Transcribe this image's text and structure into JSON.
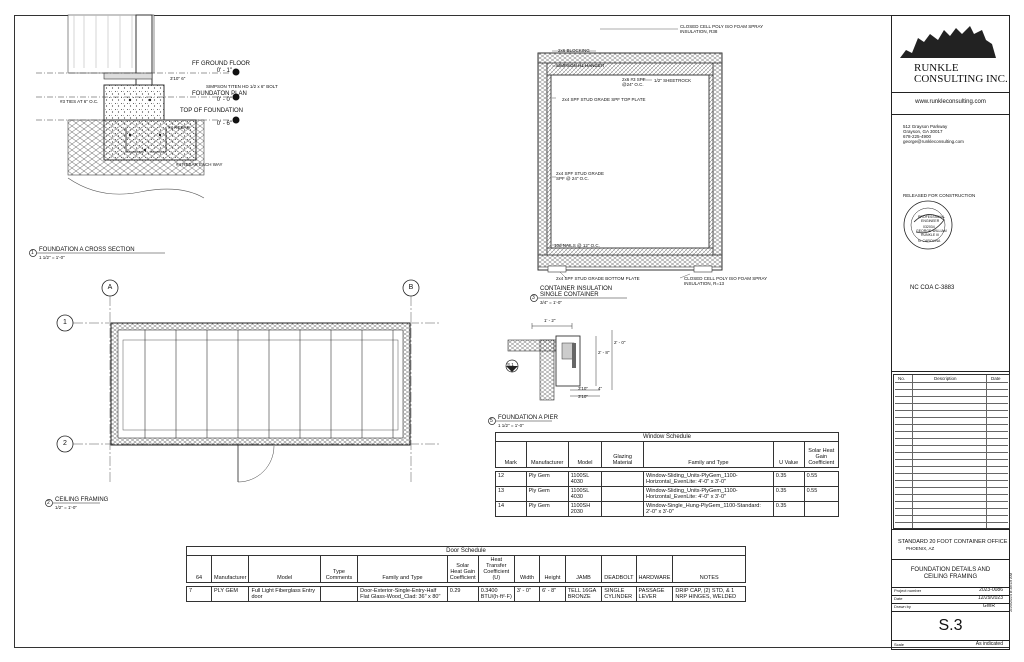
{
  "foundation_section": {
    "ff_ground_floor_label": "FF GROUND FLOOR",
    "ff_ground_floor_elev": "0' - 1\"",
    "foundation_plan_label": "FOUNDATON PLAN",
    "foundation_plan_elev": "0' - 0\"",
    "top_of_foundation_label": "TOP OF FOUNDATION",
    "top_of_foundation_elev": "0' - 6\"",
    "dim_top": "3'10\"  6\"",
    "note_bolt": "SIMPSON TITEN HD 1/2 x 6\" BOLT",
    "note_ties": "#3 TIES AT 6\" O.C.",
    "note_rebar": "#4 REBAR",
    "note_rebar_each": "#4 REBAR EACH WAY",
    "view_number": "1",
    "view_title": "FOUNDATION A CROSS SECTION",
    "view_scale": "1 1/2\" = 1'-0\""
  },
  "container_insulation": {
    "note_foam_top": "CLOSED CELL POLY ISO FOAM SPRAY INSULATION, R38",
    "note_blocking": "2x6 BLOCKING",
    "note_hanger": "SIMPSON H1 HANGER",
    "note_spf_top": "2x6 #3 SPF @24\" O.C.",
    "note_sheetrock": "1/2\" SHEETROCK",
    "note_top_plate": "2x4 SPF STUD GRADE SPF TOP PLATE",
    "note_stud": "2x4 SPF STUD GRADE SPF @ 24\" O.C.",
    "note_nails": "10d NAILS @ 12\" O.C.",
    "note_bottom_plate": "2x4 SPF STUD GRADE BOTTOM PLATE",
    "note_foam_bottom": "CLOSED CELL POLY ISO FOAM SPRAY INSULATION, R=13",
    "view_number": "3",
    "view_title": "CONTAINER INSULATION SINGLE CONTAINER",
    "view_scale": "3/4\" = 1'-0\""
  },
  "ceiling_framing": {
    "grid_a": "A",
    "grid_b": "B",
    "grid_1": "1",
    "grid_2": "2",
    "view_number": "2",
    "view_title": "CEILING FRAMING",
    "view_scale": "1/2\" = 1'-0\""
  },
  "pier": {
    "dim_width": "1' - 2\"",
    "dim_height": "2' - 8\"",
    "dim_side": "2' - 0\"",
    "dim_a": "3'10\"",
    "dim_b": "3'10\"",
    "dim_c": "4\"",
    "tag": "S.1",
    "view_number": "5",
    "view_title": "FOUNDATION A PIER",
    "view_scale": "1 1/2\" = 1'-0\""
  },
  "window_schedule": {
    "title": "Window Schedule",
    "headers": [
      "Mark",
      "Manufacturer",
      "Model",
      "Glazing Material",
      "Family and Type",
      "U Value",
      "Solar Heat Gain Coefficient"
    ],
    "rows": [
      [
        "12",
        "Ply Gem",
        "1100SL 4030",
        "",
        "Window-Sliding_Units-PlyGem_1100-Horizontal_EvenLite: 4'-0\" x 3'-0\"",
        "0.35",
        "0.55"
      ],
      [
        "13",
        "Ply Gem",
        "1100SL 4030",
        "",
        "Window-Sliding_Units-PlyGem_1100-Horizontal_EvenLite: 4'-0\" x 3'-0\"",
        "0.35",
        "0.55"
      ],
      [
        "14",
        "Ply Gem",
        "1100SH 2030",
        "",
        "Window-Single_Hung-PlyGem_1100-Standard: 2'-0\" x 3'-0\"",
        "0.35",
        ""
      ]
    ]
  },
  "door_schedule": {
    "title": "Door Schedule",
    "headers": [
      "64",
      "Manufacturer",
      "Model",
      "Type Comments",
      "Family and Type",
      "Solar Heat Gain Coefficient",
      "Heat Transfer Coefficient (U)",
      "Width",
      "Height",
      "JAMB",
      "DEADBOLT",
      "HARDWARE",
      "NOTES"
    ],
    "rows": [
      [
        "7",
        "PLY GEM",
        "Full Light Fiberglass Entry door",
        "",
        "Door-Exterior-Single-Entry-Half Flat Glass-Wood_Clad: 36\" x 80\"",
        "0.29",
        "0.3400 BTU/(h·ft²·F)",
        "3' - 0\"",
        "6' - 8\"",
        "TELL 16GA BRONZE",
        "SINGLE CYLINDER",
        "PASSAGE LEVER",
        "DRIP CAP, (2) STD, & 1 NRP HINGES, WELDED"
      ]
    ]
  },
  "title_block": {
    "company_line1": "RUNKLE",
    "company_line2": "CONSULTING INC.",
    "website": "www.runkleconsulting.com",
    "address": [
      "512 Grayson Parkway",
      "Grayson, GA 30017",
      "678-225-4900",
      "george@runkleconsulting.com"
    ],
    "released": "RELEASED FOR CONSTRUCTION",
    "seal_lines": [
      "PROFESSIONAL",
      "ENGINEER",
      "032034",
      "GEORGE WILLIAM",
      "RUNKLE III",
      "N. CAROLINA"
    ],
    "coa": "NC COA C-3883",
    "rev_headers": [
      "No.",
      "Description",
      "Date"
    ],
    "project_title": "STANDARD 20 FOOT CONTAINER OFFICE",
    "project_location": "PHOENIX, AZ",
    "sheet_title": "FOUNDATION DETAILS AND CEILING FRAMING",
    "project_number_label": "Project number",
    "project_number": "2023-0086",
    "date_label": "Date",
    "date": "12/29/2023",
    "drawn_by_label": "Drawn by",
    "drawn_by": "GWR",
    "sheet_number": "S.3",
    "scale_label": "Scale",
    "scale": "As indicated",
    "timestamp": "2/29/2024 8:38:19 AM"
  }
}
